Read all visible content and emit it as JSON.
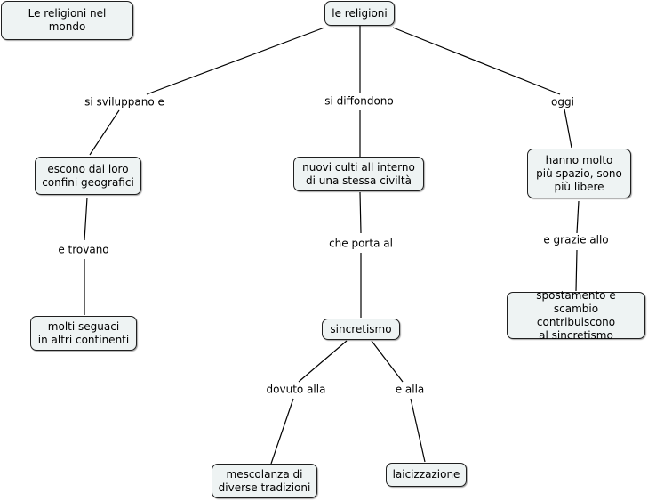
{
  "map": {
    "title": "Le religioni nel mondo",
    "root": "le religioni",
    "branches": {
      "left_link": "si sviluppano e",
      "middle_link": "si diffondono",
      "right_link": "oggi"
    },
    "left": {
      "concept": "escono dai loro\nconfini geografici",
      "link": "e trovano",
      "result": "molti seguaci\nin altri continenti"
    },
    "middle": {
      "concept": "nuovi culti all interno\ndi una stessa civiltà",
      "link": "che porta al",
      "result": "sincretismo",
      "sub_left_link": "dovuto alla",
      "sub_left": "mescolanza di\ndiverse tradizioni",
      "sub_right_link": "e alla",
      "sub_right": "laicizzazione"
    },
    "right": {
      "concept": "hanno molto\npiù spazio, sono\npiù libere",
      "link": "e grazie allo",
      "result": "spostamento e\nscambio contribuiscono\nal sincretismo"
    }
  },
  "colors": {
    "node_fill": "#eef3f3",
    "node_border": "#1f1f1f",
    "line": "#000000"
  }
}
